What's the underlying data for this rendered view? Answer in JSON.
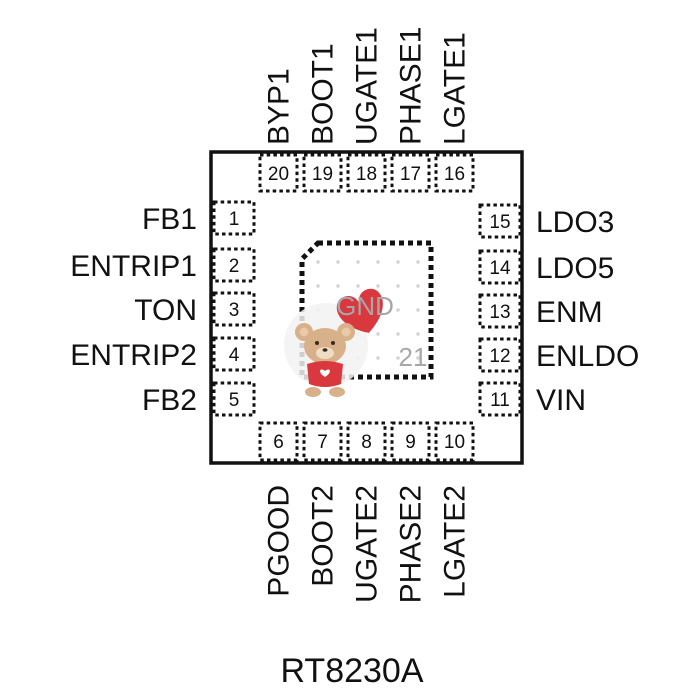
{
  "part_name": "RT8230A",
  "exposed_pad": {
    "label": "GND",
    "number": "21"
  },
  "pins": {
    "top": [
      {
        "number": "20",
        "name": "BYP1"
      },
      {
        "number": "19",
        "name": "BOOT1"
      },
      {
        "number": "18",
        "name": "UGATE1"
      },
      {
        "number": "17",
        "name": "PHASE1"
      },
      {
        "number": "16",
        "name": "LGATE1"
      }
    ],
    "left": [
      {
        "number": "1",
        "name": "FB1"
      },
      {
        "number": "2",
        "name": "ENTRIP1"
      },
      {
        "number": "3",
        "name": "TON"
      },
      {
        "number": "4",
        "name": "ENTRIP2"
      },
      {
        "number": "5",
        "name": "FB2"
      }
    ],
    "right": [
      {
        "number": "15",
        "name": "LDO3"
      },
      {
        "number": "14",
        "name": "LDO5"
      },
      {
        "number": "13",
        "name": "ENM"
      },
      {
        "number": "12",
        "name": "ENLDO"
      },
      {
        "number": "11",
        "name": "VIN"
      }
    ],
    "bottom": [
      {
        "number": "6",
        "name": "PGOOD"
      },
      {
        "number": "7",
        "name": "BOOT2"
      },
      {
        "number": "8",
        "name": "UGATE2"
      },
      {
        "number": "9",
        "name": "PHASE2"
      },
      {
        "number": "10",
        "name": "LGATE2"
      }
    ]
  },
  "colors": {
    "outline": "#111111",
    "pad_label": "#a7a7a7",
    "watermark_accent": "#d9383f"
  },
  "watermark": "teddy-bear-with-heart-balloon"
}
